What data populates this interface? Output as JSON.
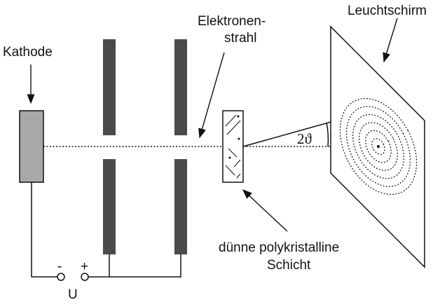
{
  "labels": {
    "cathode": "Kathode",
    "beam_line1": "Elektronen-",
    "beam_line2": "strahl",
    "screen": "Leuchtschirm",
    "angle": "2ϑ",
    "foil_line1": "dünne polykristalline",
    "foil_line2": "Schicht",
    "voltage": "U",
    "minus": "-",
    "plus": "+"
  },
  "colors": {
    "line": "#111111",
    "cathode_fill": "#a8a8a8",
    "plate_fill": "#4a4a4a",
    "background": "#ffffff"
  },
  "screen_rings": 6
}
